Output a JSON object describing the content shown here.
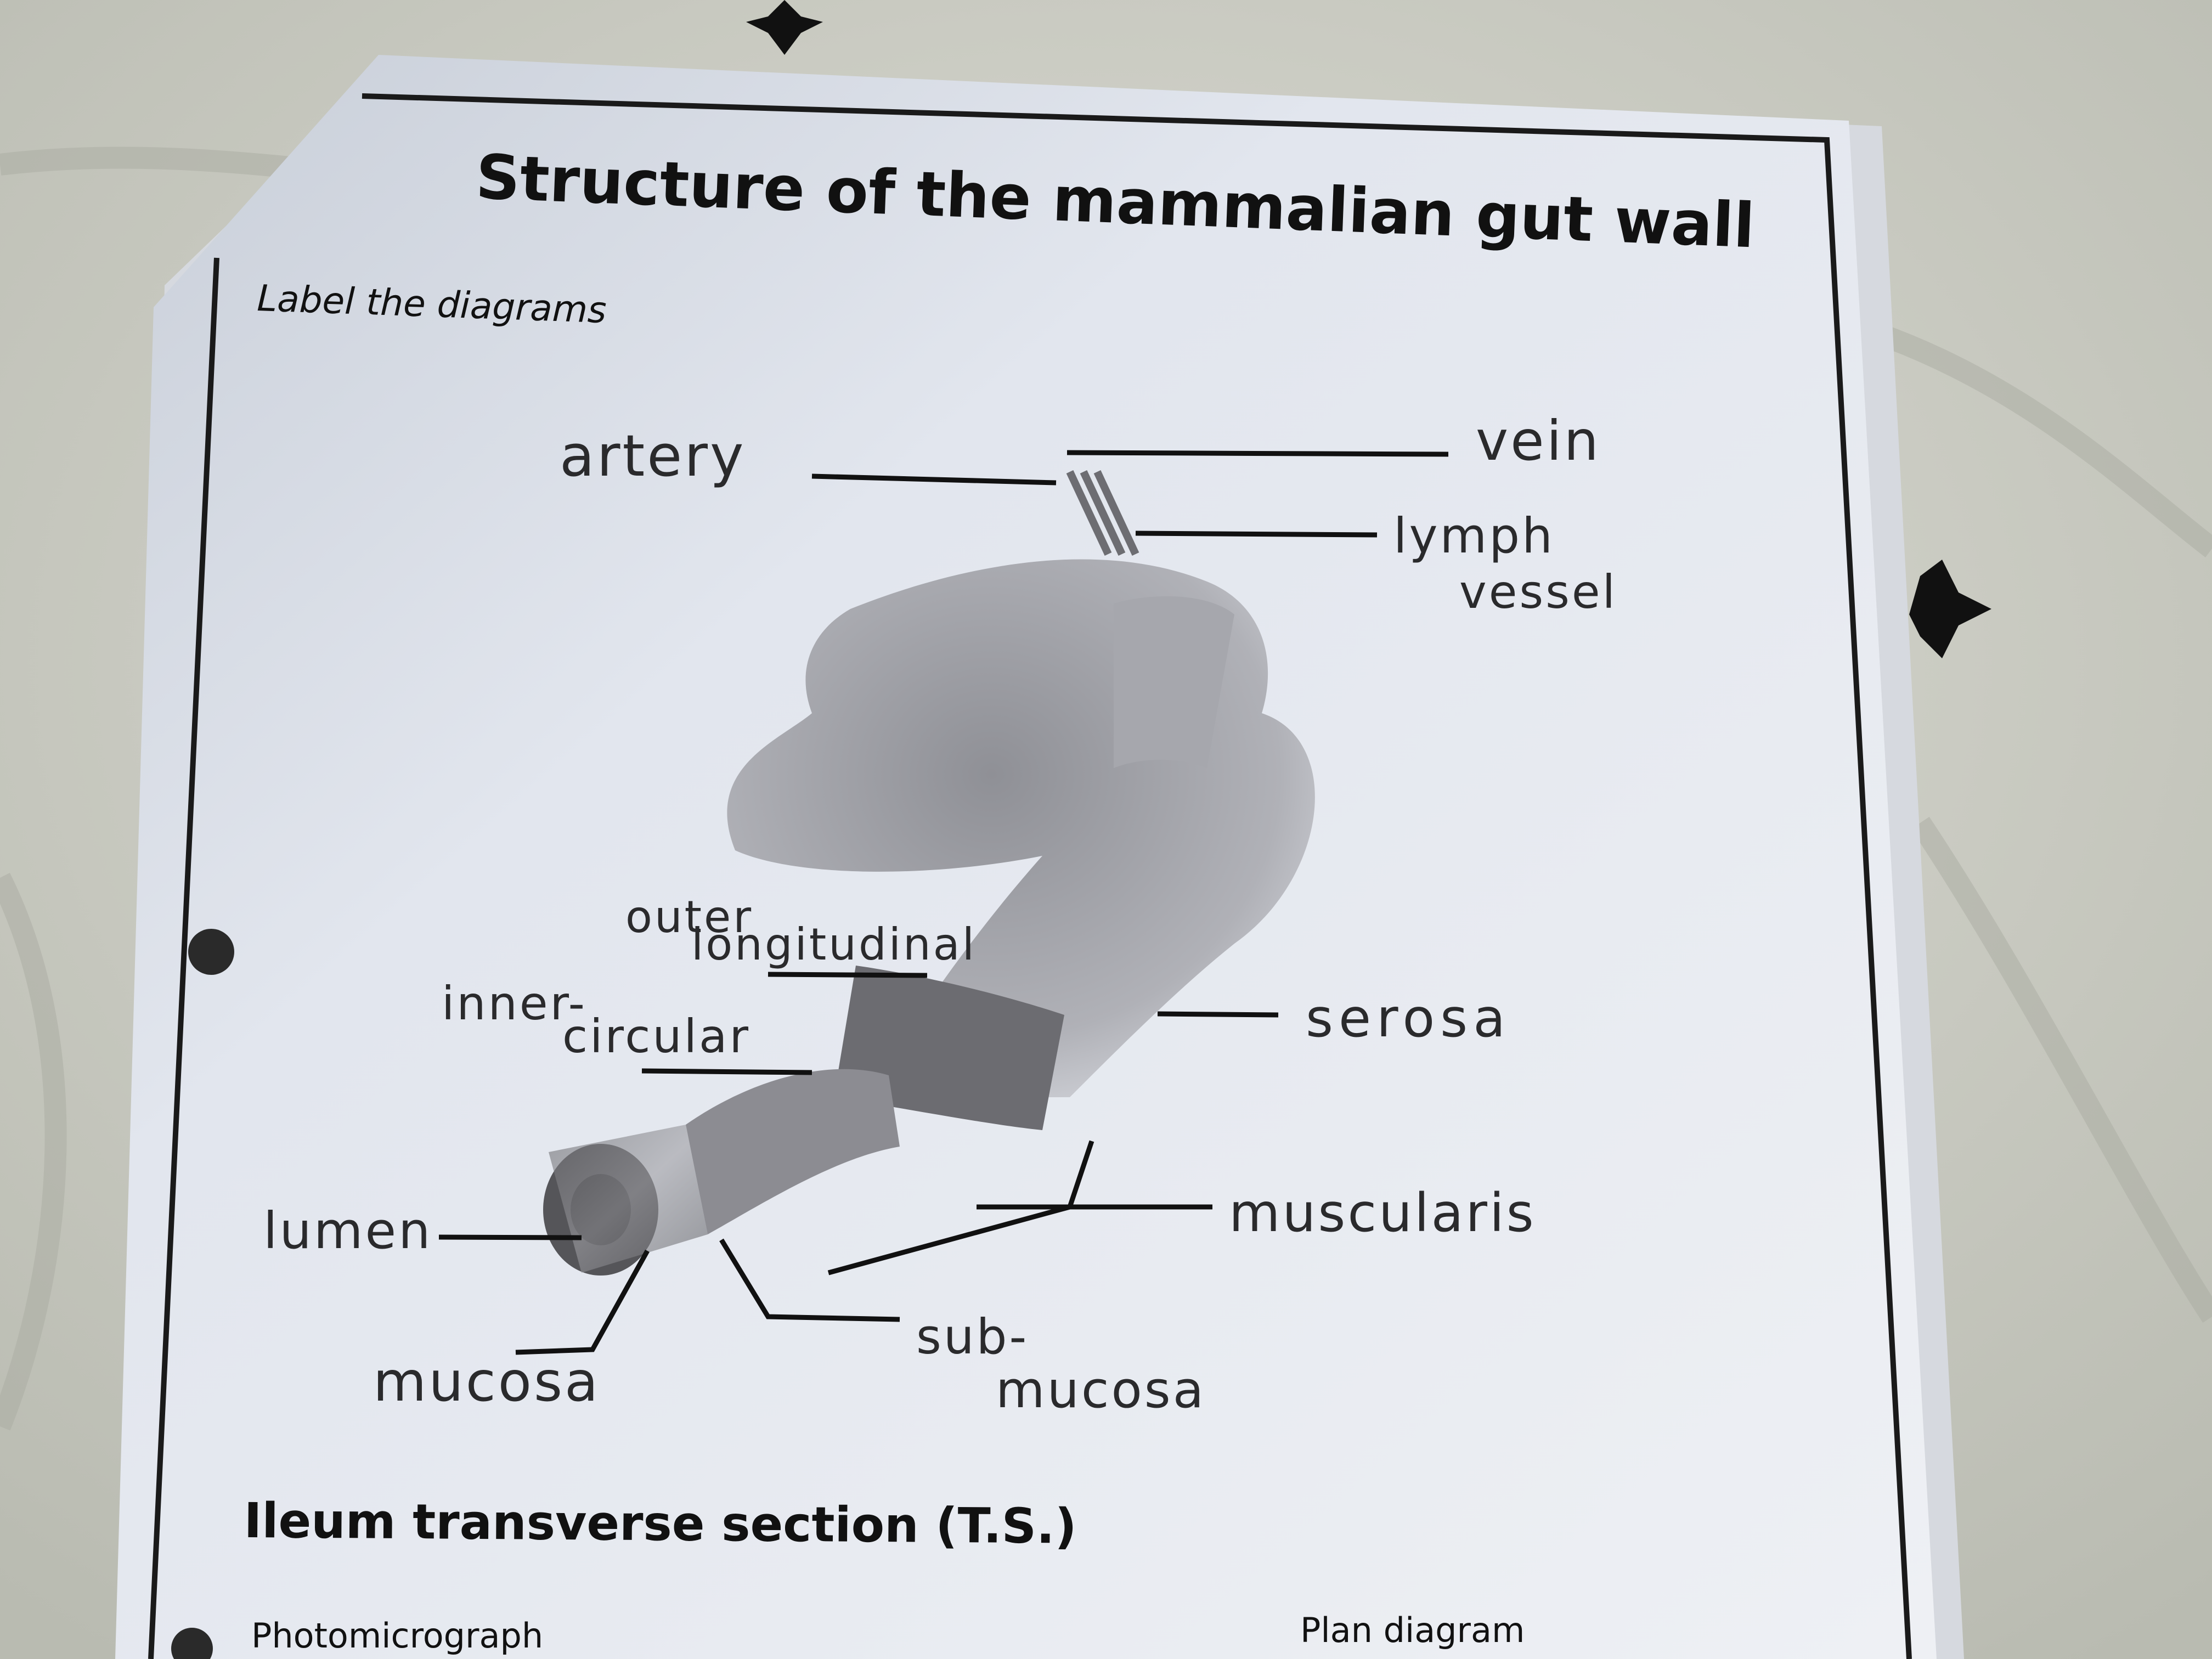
{
  "worksheet": {
    "title": "Structure of the mammalian gut wall",
    "instruction": "Label the diagrams",
    "section_heading": "Ileum transverse section (T.S.)",
    "bottom_left_caption": "Photomicrograph",
    "bottom_right_caption": "Plan diagram"
  },
  "labels": {
    "artery": "artery",
    "vein": "vein",
    "lymph_1": "lymph",
    "lymph_2": "vessel",
    "outer_1": "outer",
    "outer_2": "longitudinal",
    "inner_1": "inner-",
    "inner_2": "circular",
    "serosa": "serosa",
    "lumen": "lumen",
    "muscularis": "muscularis",
    "sub_1": "sub-",
    "sub_2": "mucosa",
    "mucosa": "mucosa"
  }
}
